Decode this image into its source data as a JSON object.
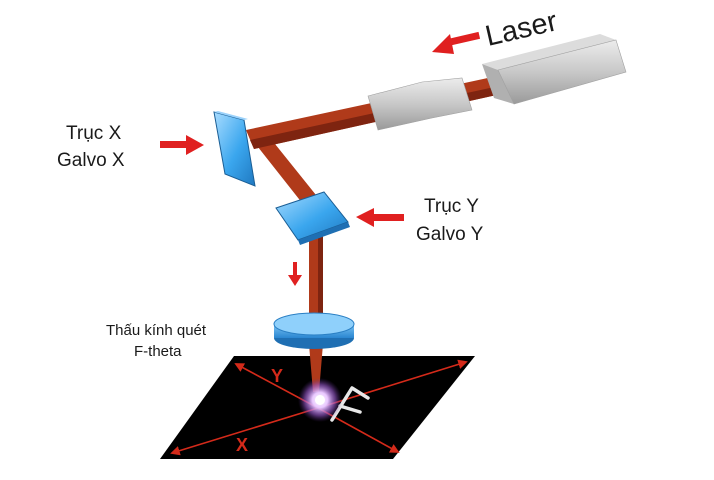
{
  "labels": {
    "laser": "Laser",
    "x_axis_line1": "Trục X",
    "x_axis_line2": "Galvo X",
    "y_axis_line1": "Trục Y",
    "y_axis_line2": "Galvo Y",
    "lens_line1": "Thấu kính quét",
    "lens_line2": "F-theta",
    "work_x": "X",
    "work_y": "Y"
  },
  "colors": {
    "beam": "#b03a1a",
    "beam_shade": "#7e2410",
    "arrow": "#e02020",
    "mirror": "#3aa6ee",
    "mirror_edge": "#1a5e95",
    "lens": "#4aa8ee",
    "laser_body": "#c9c9c9",
    "work_plane": "#000000",
    "plane_arrows": "#d42a1a"
  }
}
